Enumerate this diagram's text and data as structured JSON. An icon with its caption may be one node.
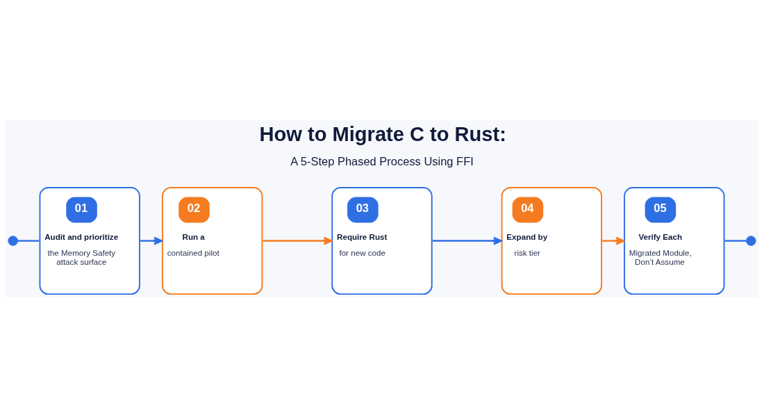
{
  "diagram": {
    "title": "How to Migrate C to Rust:",
    "nodes": [
      {
        "text": [],
        "shape": "circle"
      },
      {
        "text": [
          "01",
          "Audit and prioritize",
          "the Memory Safety attack surface"
        ]
      },
      {
        "text": [
          "02",
          "Run a",
          "contained pilot"
        ]
      },
      {
        "text": [
          "03",
          "Require Rust",
          "for new code"
        ]
      },
      {
        "text": [
          "04",
          "Expand by",
          "risk tier"
        ]
      },
      {
        "text": [
          "05",
          "Verify Each",
          "Migrated Module, Don’t Assume"
        ]
      },
      {
        "text": [],
        "shape": "circle"
      }
    ],
    "edges": [
      {
        "from": 0,
        "to": 1,
        "arrow": "none"
      },
      {
        "from": 1,
        "to": 2,
        "arrow": "to"
      },
      {
        "from": 2,
        "to": 3,
        "arrow": "to",
        "color": "#f47b20"
      },
      {
        "from": 3,
        "to": 4,
        "arrow": "to"
      },
      {
        "from": 4,
        "to": 5,
        "arrow": "to",
        "color": "#f47b20"
      },
      {
        "from": 5,
        "to": 6,
        "arrow": "none"
      }
    ],
    "labels": [
      "A 5-Step Phased Process Using FFI"
    ]
  }
}
